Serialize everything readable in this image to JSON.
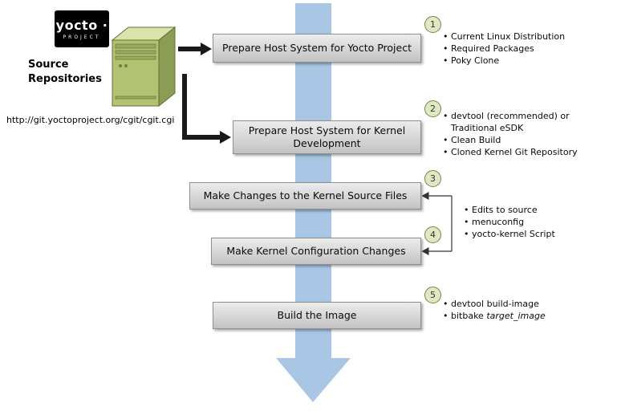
{
  "logo": {
    "wordmark": "yocto ·",
    "tagline": "PROJECT"
  },
  "source": {
    "label": "Source\nRepositories",
    "url": "http://git.yoctoproject.org/cgit/cgit.cgi"
  },
  "steps": [
    {
      "num": "1",
      "label": "Prepare Host System for Yocto Project",
      "bullets": [
        "Current Linux Distribution",
        "Required Packages",
        "Poky Clone"
      ]
    },
    {
      "num": "2",
      "label": "Prepare Host System for Kernel Development",
      "bullets": [
        "devtool (recommended) or Traditional eSDK",
        "Clean Build",
        "Cloned Kernel Git Repository"
      ]
    },
    {
      "num": "3",
      "label": "Make Changes to the Kernel Source Files"
    },
    {
      "num": "4",
      "label": "Make Kernel Configuration Changes"
    },
    {
      "num": "5",
      "label": "Build the Image"
    }
  ],
  "shared_bullets_steps_3_4": [
    "Edits to source",
    "menuconfig",
    "yocto-kernel Script"
  ],
  "step5_bullets": {
    "line1": "devtool build-image",
    "line2_normal": "bitbake ",
    "line2_italic": "target_image"
  },
  "colors": {
    "flow_arrow_blue": "#a9c6e4",
    "step_box_fill": "#d9d9d9",
    "step_box_border": "#8f8f8f",
    "circle_fill": "#dfe8c2",
    "circle_border": "#75854a",
    "server_green": "#b2c272",
    "connector_black": "#1a1a1a",
    "logo_background": "#000000"
  }
}
